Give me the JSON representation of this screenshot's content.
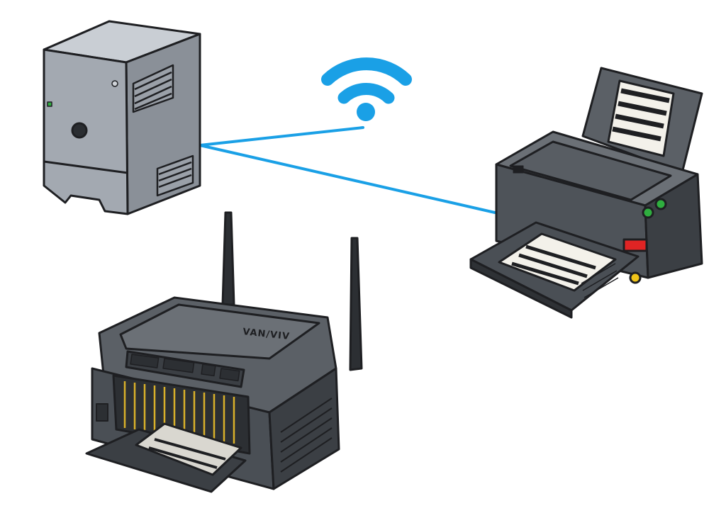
{
  "diagram": {
    "nodes": [
      {
        "id": "server",
        "name": "computer-tower"
      },
      {
        "id": "printer-main",
        "name": "inkjet-printer"
      },
      {
        "id": "printer-router",
        "name": "wireless-printer-with-antennas"
      }
    ],
    "links": [
      {
        "from": "server",
        "to": "wifi",
        "style": "wireless"
      },
      {
        "from": "server",
        "to": "printer-main",
        "style": "wireless"
      }
    ],
    "wifi_icon": "wifi-icon",
    "wireless_printer_brand_text": "VAN/VIV"
  },
  "colors": {
    "link": "#1aa0e6",
    "device_body": "#5b6066",
    "device_dark": "#3b3f44",
    "server_body": "#9aa0a8",
    "paper": "#f3f1ea",
    "accent_green": "#2fae3f",
    "accent_red": "#e02424",
    "accent_yellow": "#f0c419"
  }
}
